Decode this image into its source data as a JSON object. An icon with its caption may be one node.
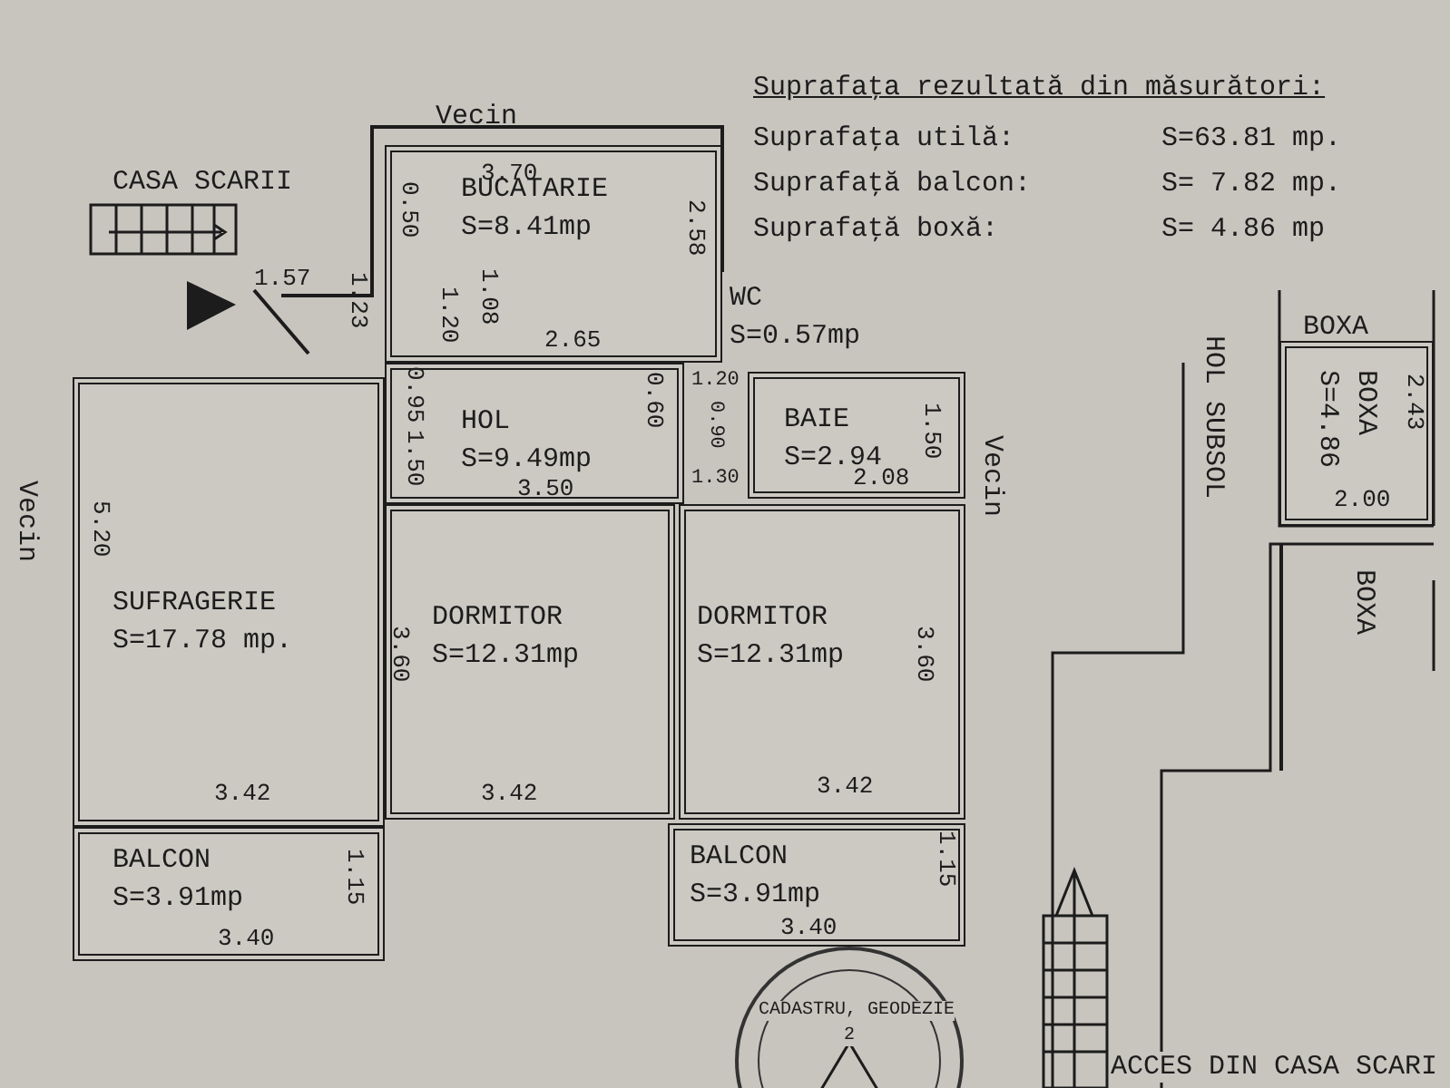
{
  "diagram": {
    "nodes": [
      {
        "text": [
          "BUCATARIE",
          "S=8.41mp"
        ]
      },
      {
        "text": [
          "WC",
          "S=0.57mp"
        ]
      },
      {
        "text": [
          "HOL",
          "S=9.49mp"
        ]
      },
      {
        "text": [
          "BAIE",
          "S=2.94"
        ]
      },
      {
        "text": [
          "SUFRAGERIE",
          "S=17.78 mp."
        ]
      },
      {
        "text": [
          "DORMITOR",
          "S=12.31mp"
        ]
      },
      {
        "text": [
          "DORMITOR",
          "S=12.31mp"
        ]
      },
      {
        "text": [
          "BALCON",
          "S=3.91mp"
        ]
      },
      {
        "text": [
          "BALCON",
          "S=3.91mp"
        ]
      },
      {
        "text": [
          "BOXA",
          "S=4.86"
        ]
      },
      {
        "text": [
          "BOXA"
        ]
      }
    ],
    "labels": [
      "Vecin",
      "Suprafaţa rezultată din măsurători:",
      "Suprafaţa utilă:",
      "S=63.81 mp.",
      "Suprafaţă balcon:",
      "S= 7.82 mp.",
      "Suprafaţă boxă:",
      "S= 4.86 mp",
      "CASA SCARII",
      "3.70",
      "0.50",
      "2.58",
      "1.57",
      "1.23",
      "1.20",
      "1.08",
      "2.65",
      "0.95",
      "0.60",
      "1.20",
      "1.50",
      "3.50",
      "0.90",
      "1.30",
      "1.50",
      "2.08",
      "Vecin",
      "HOL SUBSOL",
      "BOXA",
      "2.43",
      "2.00",
      "Vecin",
      "5.20",
      "3.60",
      "3.60",
      "3.42",
      "3.42",
      "3.42",
      "1.15",
      "3.40",
      "1.15",
      "3.40",
      "ACCES DIN CASA SCARI",
      "CADASTRU, GEODEZIE",
      "2"
    ]
  }
}
